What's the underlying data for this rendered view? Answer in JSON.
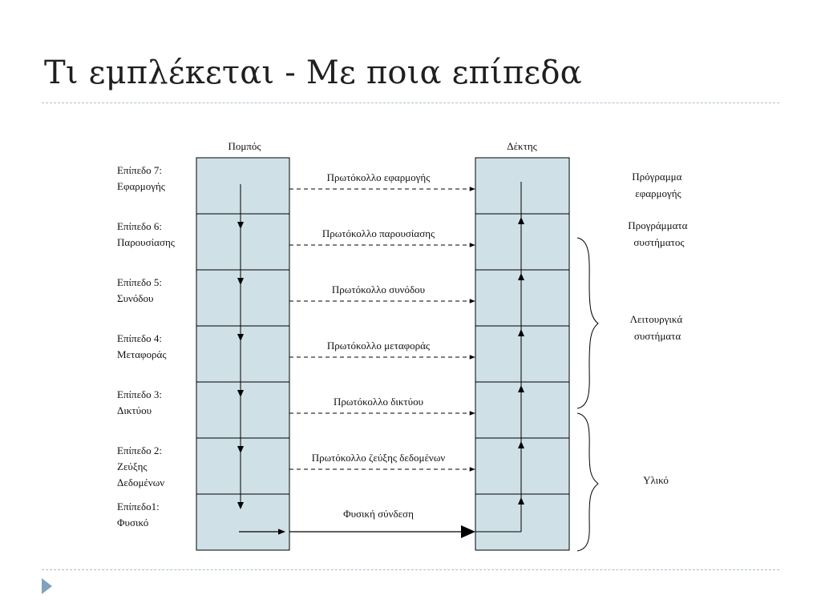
{
  "slide": {
    "title": "Τι εμπλέκεται - Με ποια επίπεδα"
  },
  "diagram": {
    "sender_label": "Πομπός",
    "receiver_label": "Δέκτης",
    "layers": [
      {
        "name_lines": [
          "Επίπεδο 7:",
          "Εφαρμογής"
        ],
        "protocol": "Πρωτόκολλο εφαρμογής"
      },
      {
        "name_lines": [
          "Επίπεδο 6:",
          "Παρουσίασης"
        ],
        "protocol": "Πρωτόκολλο παρουσίασης"
      },
      {
        "name_lines": [
          "Επίπεδο 5:",
          "Συνόδου"
        ],
        "protocol": "Πρωτόκολλο συνόδου"
      },
      {
        "name_lines": [
          "Επίπεδο 4:",
          "Μεταφοράς"
        ],
        "protocol": "Πρωτόκολλο μεταφοράς"
      },
      {
        "name_lines": [
          "Επίπεδο 3:",
          "Δικτύου"
        ],
        "protocol": "Πρωτόκολλο δικτύου"
      },
      {
        "name_lines": [
          "Επίπεδο 2:",
          "Ζεύξης",
          "Δεδομένων"
        ],
        "protocol": "Πρωτόκολλο ζεύξης δεδομένων"
      },
      {
        "name_lines": [
          "Επίπεδο1:",
          "Φυσικό"
        ],
        "protocol": "Φυσική σύνδεση"
      }
    ],
    "right_labels": {
      "application_program": [
        "Πρόγραμμα",
        "εφαρμογής"
      ],
      "system_programs": [
        "Προγράμματα",
        "συστήματος"
      ],
      "operating_systems": [
        "Λειτουργικά",
        "συστήματα"
      ],
      "hardware": [
        "Υλικό"
      ]
    },
    "colors": {
      "box_fill": "#cfe1e6",
      "line": "#000000"
    }
  }
}
